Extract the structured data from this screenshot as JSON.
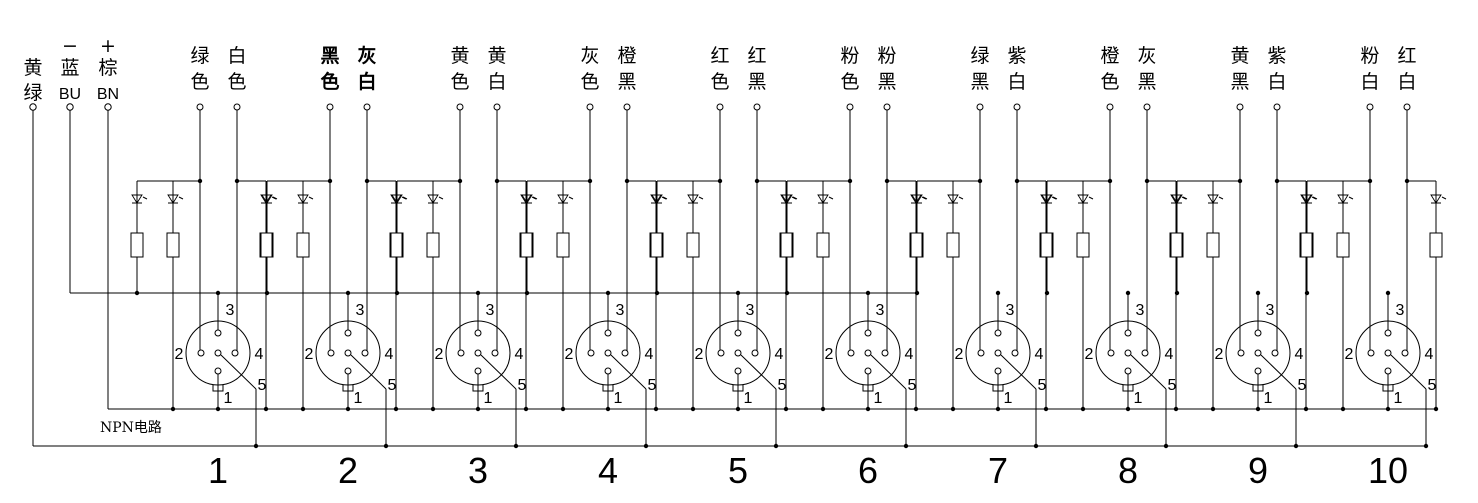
{
  "power_labels": [
    {
      "sign": "",
      "lines": [
        "黄",
        "绿"
      ]
    },
    {
      "sign": "−",
      "lines": [
        "蓝",
        "BU"
      ]
    },
    {
      "sign": "+",
      "lines": [
        "棕",
        "BN"
      ]
    }
  ],
  "channels": [
    {
      "number": "1",
      "left": [
        "绿",
        "色"
      ],
      "right": [
        "白",
        "色"
      ],
      "bold": false
    },
    {
      "number": "2",
      "left": [
        "黑",
        "色"
      ],
      "right": [
        "灰",
        "白"
      ],
      "bold": true
    },
    {
      "number": "3",
      "left": [
        "黄",
        "色"
      ],
      "right": [
        "黄",
        "白"
      ],
      "bold": false
    },
    {
      "number": "4",
      "left": [
        "灰",
        "色"
      ],
      "right": [
        "橙",
        "黑"
      ],
      "bold": false
    },
    {
      "number": "5",
      "left": [
        "红",
        "色"
      ],
      "right": [
        "红",
        "黑"
      ],
      "bold": false
    },
    {
      "number": "6",
      "left": [
        "粉",
        "色"
      ],
      "right": [
        "粉",
        "黑"
      ],
      "bold": false
    },
    {
      "number": "7",
      "left": [
        "绿",
        "黑"
      ],
      "right": [
        "紫",
        "白"
      ],
      "bold": false
    },
    {
      "number": "8",
      "left": [
        "橙",
        "色"
      ],
      "right": [
        "灰",
        "黑"
      ],
      "bold": false
    },
    {
      "number": "9",
      "left": [
        "黄",
        "黑"
      ],
      "right": [
        "紫",
        "白"
      ],
      "bold": false
    },
    {
      "number": "10",
      "left": [
        "粉",
        "白"
      ],
      "right": [
        "红",
        "白"
      ],
      "bold": false
    }
  ],
  "connector_pins": [
    "1",
    "2",
    "3",
    "4",
    "5"
  ],
  "circuit_note": "NPN电路",
  "colors": {
    "line": "#000000",
    "background": "#ffffff"
  }
}
